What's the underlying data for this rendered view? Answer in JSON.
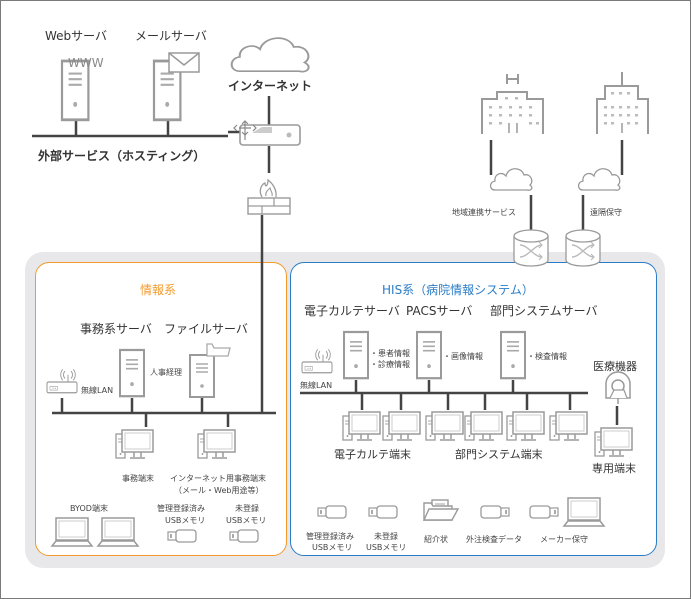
{
  "colors": {
    "info_accent": "#f39a2b",
    "his_accent": "#2a7cc7",
    "zone_background": "#e8e8ea",
    "line": "#444444",
    "icon": "#9a9a9a"
  },
  "external": {
    "web_server_label": "Webサーバ",
    "web_server_badge": "WWW",
    "mail_server_label": "メールサーバ",
    "hosting_label": "外部サービス（ホスティング）",
    "internet_label": "インターネット"
  },
  "remote": {
    "regional_service_label": "地域連携サービス",
    "remote_maintenance_label": "遠隔保守",
    "hospital_building_mark": "H"
  },
  "info_system": {
    "title": "情報系",
    "office_server_label": "事務系サーバ",
    "file_server_label": "ファイルサーバ",
    "office_server_note": "人事経理",
    "wireless_lan_label": "無線LAN",
    "office_terminal_label": "事務端末",
    "internet_terminal_label": "インターネット用事務端末",
    "internet_terminal_sub": "（メール・Web用途等）",
    "byod_label": "BYOD端末",
    "registered_usb_label_1": "管理登録済み",
    "registered_usb_label_2": "USBメモリ",
    "unregistered_usb_label_1": "未登録",
    "unregistered_usb_label_2": "USBメモリ"
  },
  "his_system": {
    "title": "HIS系（病院情報システム）",
    "emr_server_label": "電子カルテサーバ",
    "pacs_server_label": "PACSサーバ",
    "dept_server_label": "部門システムサーバ",
    "emr_notes": [
      "・患者情報",
      "・診療情報"
    ],
    "pacs_note": "・画像情報",
    "dept_note": "・検査情報",
    "wireless_lan_label": "無線LAN",
    "medical_device_label": "医療機器",
    "emr_terminal_label": "電子カルテ端末",
    "dept_terminal_label": "部門システム端末",
    "dedicated_terminal_label": "専用端末",
    "registered_usb_label_1": "管理登録済み",
    "registered_usb_label_2": "USBメモリ",
    "unregistered_usb_label_1": "未登録",
    "unregistered_usb_label_2": "USBメモリ",
    "referral_letter_label": "紹介状",
    "outsourced_test_label": "外注検査データ",
    "vendor_maintenance_label": "メーカー保守"
  }
}
